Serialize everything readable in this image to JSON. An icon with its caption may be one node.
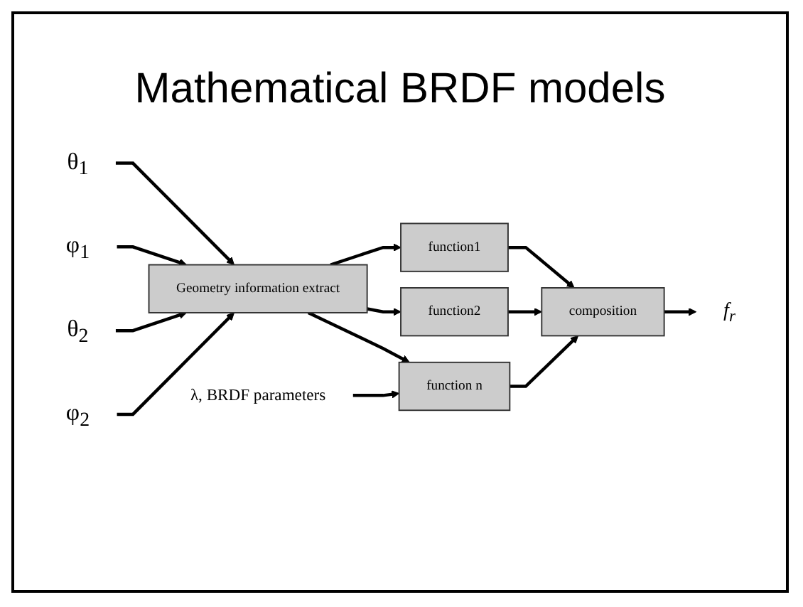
{
  "diagram": {
    "title": "Mathematical BRDF models",
    "nodes": [
      {
        "text": [
          "θ$_{1}$"
        ]
      },
      {
        "text": [
          "φ$_{1}$"
        ]
      },
      {
        "text": [
          "θ$_{2}$"
        ]
      },
      {
        "text": [
          "φ$_{2}$"
        ]
      },
      {
        "text": [
          "Geometry information extract"
        ]
      },
      {
        "text": [
          "function1"
        ]
      },
      {
        "text": [
          "function2"
        ]
      },
      {
        "text": [
          "function n"
        ]
      },
      {
        "text": [
          "composition"
        ]
      },
      {
        "text": [
          "f$_{r}$"
        ]
      },
      {
        "text": [
          "λ, BRDF parameters"
        ]
      }
    ],
    "edges": [
      {
        "from": 0,
        "to": 4,
        "arrow": "to"
      },
      {
        "from": 1,
        "to": 4,
        "arrow": "to"
      },
      {
        "from": 2,
        "to": 4,
        "arrow": "to"
      },
      {
        "from": 3,
        "to": 4,
        "arrow": "to"
      },
      {
        "from": 4,
        "to": 5,
        "arrow": "to"
      },
      {
        "from": 4,
        "to": 6,
        "arrow": "to"
      },
      {
        "from": 4,
        "to": 7,
        "arrow": "to"
      },
      {
        "from": 5,
        "to": 8,
        "arrow": "to"
      },
      {
        "from": 6,
        "to": 8,
        "arrow": "to"
      },
      {
        "from": 7,
        "to": 8,
        "arrow": "to"
      },
      {
        "from": 8,
        "to": 9,
        "arrow": "to"
      },
      {
        "from": 10,
        "to": 7,
        "arrow": "to"
      }
    ]
  }
}
